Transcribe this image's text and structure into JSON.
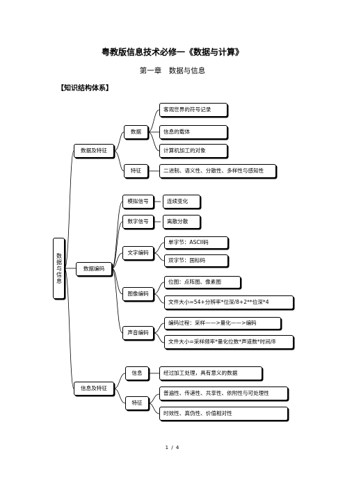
{
  "header": {
    "title": "粤教版信息技术必修一《数据与计算》",
    "subtitle": "第一章　数据与信息",
    "section": "【知识结构体系】"
  },
  "mindmap": {
    "root": "数据与信息",
    "b1": {
      "label": "数据及特征",
      "data": {
        "label": "数据",
        "items": [
          "客观世界的符号记录",
          "信息的载体",
          "计算机加工的对象"
        ]
      },
      "feature": {
        "label": "特征",
        "value": "二进制、语义性、分散性、多样性与感知性"
      }
    },
    "b2": {
      "label": "数据编码",
      "analog": {
        "label": "模拟信号",
        "value": "连续变化"
      },
      "digital": {
        "label": "数字信号",
        "value": "离散分散"
      },
      "text": {
        "label": "文字编码",
        "items": [
          "单字节：ASCII码",
          "双字节：国标码"
        ]
      },
      "image": {
        "label": "图像编码",
        "items": [
          "位图：点阵图、像素图",
          "文件大小=54+分辨率*位深/8+2**位深*4"
        ]
      },
      "sound": {
        "label": "声音编码",
        "items": [
          "编码过程：采样——>量化——>编码",
          "文件大小=采样频率*量化位数*声道数*时间/8"
        ]
      }
    },
    "b3": {
      "label": "信息及特征",
      "info": {
        "label": "信息",
        "value": "经过加工处理，具有意义的数据"
      },
      "feature": {
        "label": "特征",
        "items": [
          "普遍性、传递性、共享性、依附性与可处理性",
          "时效性、真伪性、价值相对性"
        ]
      }
    }
  },
  "footer": {
    "page": "1 / 4"
  }
}
